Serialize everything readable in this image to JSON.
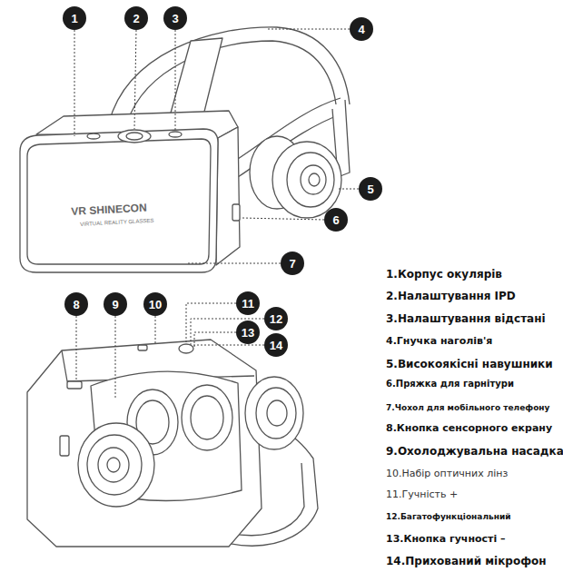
{
  "diagram": {
    "nodes": [
      {
        "text": [
          "1"
        ]
      },
      {
        "text": [
          "2"
        ]
      },
      {
        "text": [
          "3"
        ]
      },
      {
        "text": [
          "4"
        ]
      },
      {
        "text": [
          "5"
        ]
      },
      {
        "text": [
          "6"
        ]
      },
      {
        "text": [
          "7"
        ]
      },
      {
        "text": [
          "8"
        ]
      },
      {
        "text": [
          "9"
        ]
      },
      {
        "text": [
          "10"
        ]
      },
      {
        "text": [
          "11"
        ]
      },
      {
        "text": [
          "12"
        ]
      },
      {
        "text": [
          "13"
        ]
      },
      {
        "text": [
          "14"
        ]
      }
    ],
    "labels": [
      "VR SHINECON",
      "VIRTUAL REALITY GLASSES",
      "1.Корпус окулярів",
      "2.Налаштування IPD",
      "3.Налаштування відстані",
      "4.Гнучка наголів'я",
      "5.Високоякісні навушники",
      "6.Пряжка для гарнітури",
      "7.Чохол для мобільного телефону",
      "8.Кнопка сенсорного екрану",
      "9.Охолоджувальна насадка",
      "10.Набір оптичних лінз",
      "11.Гучність +",
      "12.Багатофункціональний",
      "13.Кнопка гучності –",
      "14.Прихований мікрофон"
    ]
  }
}
